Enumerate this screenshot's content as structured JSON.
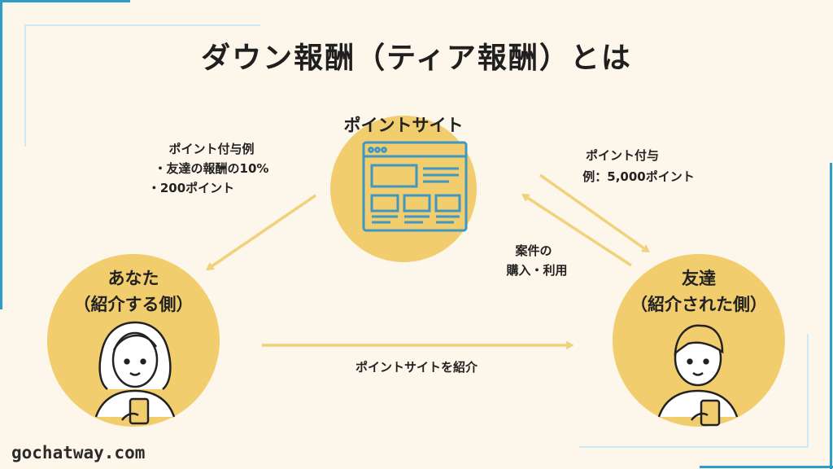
{
  "title": "ダウン報酬（ティア報酬）とは",
  "nodes": {
    "point_site": "ポイントサイト",
    "you_line1": "あなた",
    "you_line2": "（紹介する側）",
    "friend_line1": "友達",
    "friend_line2": "（紹介された側）"
  },
  "annotations": {
    "left_reward_1": "ポイント付与例",
    "left_reward_2": "・友達の報酬の10%",
    "left_reward_3": "・200ポイント",
    "right_reward_1": "ポイント付与",
    "right_reward_2": "例：5,000ポイント",
    "purchase_1": "案件の",
    "purchase_2": "購入・利用",
    "introduce": "ポイントサイトを紹介"
  },
  "footer": "gochatway.com",
  "colors": {
    "background": "#fdf6ea",
    "circle": "#f1cd6e",
    "arrow": "#f0d27a",
    "frame_accent": "#2a9ec7",
    "frame_light": "#cde9f4",
    "icon_line": "#3f98c4"
  }
}
